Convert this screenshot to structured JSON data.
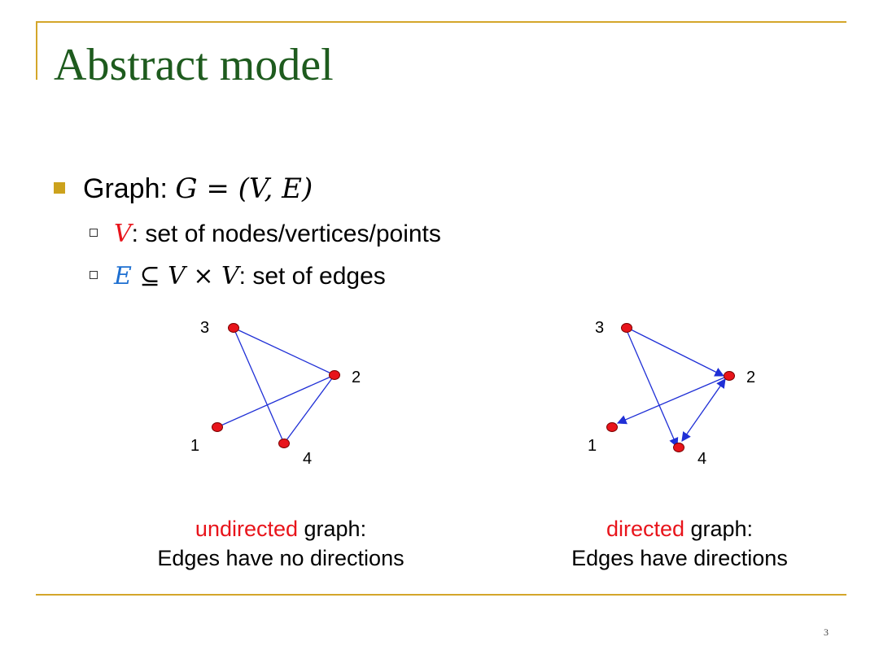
{
  "slide": {
    "title": "Abstract model",
    "page_number": "3",
    "accent_color": "#d4a62a",
    "title_color": "#1e5b1e"
  },
  "bullet": {
    "label": "Graph: ",
    "formula": "G = (V, E)"
  },
  "subbullets": [
    {
      "symbol": "V",
      "symbol_color": "#e8141b",
      "text": ": set of nodes/vertices/points"
    },
    {
      "symbol": "E",
      "symbol_color": "#1d6fd1",
      "math_rest": " ⊆ V × V",
      "text": ": set of edges"
    }
  ],
  "graphs": {
    "undirected": {
      "node_labels": [
        "3",
        "2",
        "1",
        "4"
      ],
      "keyword": "undirected",
      "rest": " graph:",
      "line2": "Edges have no directions"
    },
    "directed": {
      "node_labels": [
        "3",
        "2",
        "1",
        "4"
      ],
      "keyword": "directed",
      "rest": " graph:",
      "line2": "Edges have directions"
    },
    "node_color": "#e8141b",
    "edge_color": "#1f2fd6"
  }
}
